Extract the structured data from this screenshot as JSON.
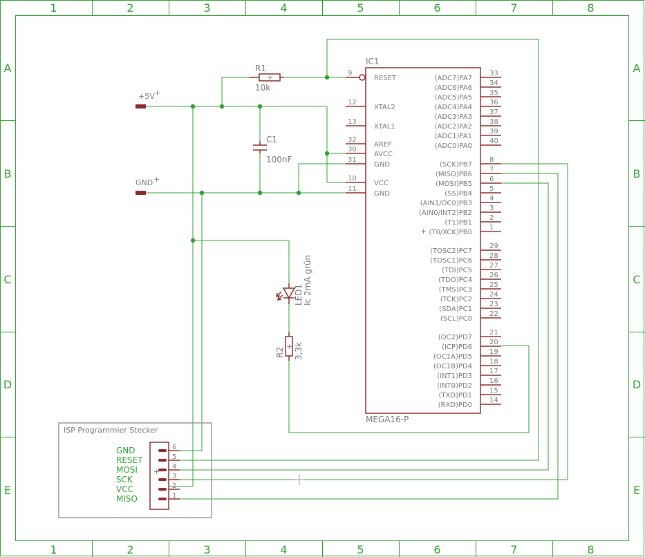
{
  "frame": {
    "columns": [
      "1",
      "2",
      "3",
      "4",
      "5",
      "6",
      "7",
      "8"
    ],
    "rows": [
      "A",
      "B",
      "C",
      "D",
      "E"
    ]
  },
  "ic": {
    "ref": "IC1",
    "value": "MEGA16-P",
    "left_pins": [
      {
        "name": "RESET",
        "num": "9"
      },
      {
        "name": "XTAL2",
        "num": "12"
      },
      {
        "name": "XTAL1",
        "num": "13"
      },
      {
        "name": "AREF",
        "num": "32"
      },
      {
        "name": "AVCC",
        "num": "30"
      },
      {
        "name": "GND",
        "num": "31"
      },
      {
        "name": "VCC",
        "num": "10"
      },
      {
        "name": "GND",
        "num": "11"
      }
    ],
    "right_pins": [
      {
        "name": "(ADC7)PA7",
        "num": "33"
      },
      {
        "name": "(ADC6)PA6",
        "num": "34"
      },
      {
        "name": "(ADC5)PA5",
        "num": "35"
      },
      {
        "name": "(ADC4)PA4",
        "num": "36"
      },
      {
        "name": "(ADC3)PA3",
        "num": "37"
      },
      {
        "name": "(ADC2)PA2",
        "num": "38"
      },
      {
        "name": "(ADC1)PA1",
        "num": "39"
      },
      {
        "name": "(ADC0)PA0",
        "num": "40"
      },
      {
        "name": "(SCK)PB7",
        "num": "8"
      },
      {
        "name": "(MISO)PB6",
        "num": "7"
      },
      {
        "name": "(MOSI)PB5",
        "num": "6"
      },
      {
        "name": "(SS)PB4",
        "num": "5"
      },
      {
        "name": "(AIN1/OC0)PB3",
        "num": "4"
      },
      {
        "name": "(AIN0/INT2)PB2",
        "num": "3"
      },
      {
        "name": "(T1)PB1",
        "num": "2"
      },
      {
        "name": "(T0/XCK)PB0",
        "num": "1"
      },
      {
        "name": "(TOSC2)PC7",
        "num": "29"
      },
      {
        "name": "(TOSC1)PC6",
        "num": "28"
      },
      {
        "name": "(TDI)PC5",
        "num": "27"
      },
      {
        "name": "(TDO)PC4",
        "num": "26"
      },
      {
        "name": "(TMS)PC3",
        "num": "25"
      },
      {
        "name": "(TCK)PC2",
        "num": "24"
      },
      {
        "name": "(SDA)PC1",
        "num": "23"
      },
      {
        "name": "(SCL)PC0",
        "num": "22"
      },
      {
        "name": "(OC2)PD7",
        "num": "21"
      },
      {
        "name": "(ICP)PD6",
        "num": "20"
      },
      {
        "name": "(OC1A)PD5",
        "num": "19"
      },
      {
        "name": "(OC1B)PD4",
        "num": "18"
      },
      {
        "name": "(INT1)PD3",
        "num": "17"
      },
      {
        "name": "(INT0)PD2",
        "num": "16"
      },
      {
        "name": "(TXD)PD1",
        "num": "15"
      },
      {
        "name": "(RXD)PD0",
        "num": "14"
      }
    ]
  },
  "supplies": {
    "vcc": "+5V",
    "gnd": "GND"
  },
  "r1": {
    "ref": "R1",
    "value": "10k"
  },
  "c1": {
    "ref": "C1",
    "value": "100nF"
  },
  "led": {
    "ref": "LED1",
    "value": "Ic 2mA grün"
  },
  "r2": {
    "ref": "R2",
    "value": "3,3k"
  },
  "isp": {
    "title": "ISP Programmier Stecker",
    "signals": [
      "GND",
      "RESET",
      "MOSI",
      "SCK",
      "VCC",
      "MISO"
    ],
    "pin_nums": [
      "6",
      "5",
      "4",
      "3",
      "2",
      "1"
    ]
  },
  "colors": {
    "wire": "#2ca02c",
    "part": "#8b2b2b",
    "label": "#777777"
  }
}
